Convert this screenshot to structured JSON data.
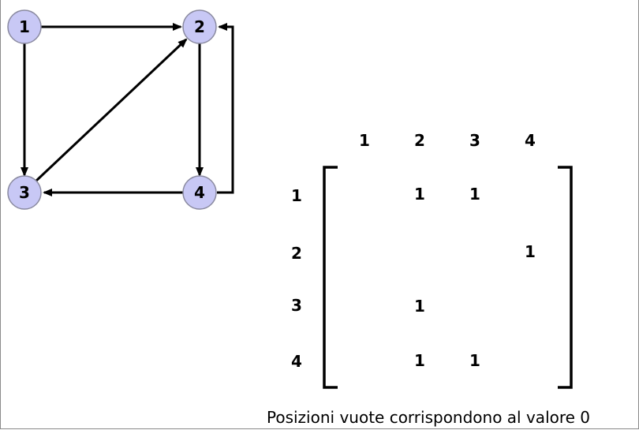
{
  "graph": {
    "nodes": [
      {
        "id": "1",
        "label": "1"
      },
      {
        "id": "2",
        "label": "2"
      },
      {
        "id": "3",
        "label": "3"
      },
      {
        "id": "4",
        "label": "4"
      }
    ],
    "edges": [
      {
        "from": "1",
        "to": "2"
      },
      {
        "from": "1",
        "to": "3"
      },
      {
        "from": "3",
        "to": "2"
      },
      {
        "from": "2",
        "to": "4"
      },
      {
        "from": "4",
        "to": "2"
      },
      {
        "from": "4",
        "to": "3"
      }
    ],
    "colors": {
      "node_fill": "#c8c8f5",
      "node_stroke": "#8a8aa0",
      "edge": "#000000"
    }
  },
  "matrix": {
    "column_headers": [
      "1",
      "2",
      "3",
      "4"
    ],
    "row_headers": [
      "1",
      "2",
      "3",
      "4"
    ],
    "cells": [
      [
        "",
        "1",
        "1",
        ""
      ],
      [
        "",
        "",
        "",
        "1"
      ],
      [
        "",
        "1",
        "",
        ""
      ],
      [
        "",
        "1",
        "1",
        ""
      ]
    ]
  },
  "caption": "Posizioni vuote corrispondono al valore 0"
}
